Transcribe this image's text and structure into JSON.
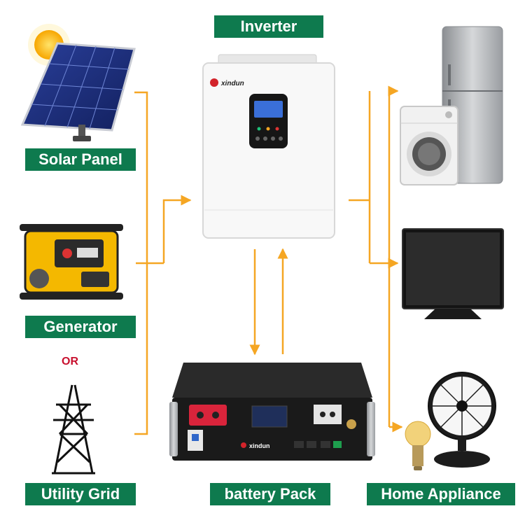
{
  "labels": {
    "inverter": "Inverter",
    "solar_panel": "Solar Panel",
    "generator": "Generator",
    "or": "OR",
    "utility_grid": "Utility Grid",
    "battery_pack": "battery Pack",
    "home_appliance": "Home Appliance"
  },
  "device_text": {
    "inverter_brand": "xindun",
    "battery_brand": "xindun"
  },
  "colors": {
    "label_bg": "#0e7a4e",
    "label_text": "#ffffff",
    "arrow": "#f5a623",
    "or_text": "#c8102e"
  },
  "icons": {
    "sun": "sun-icon",
    "solar_panel": "solar-panel-icon",
    "generator": "generator-icon",
    "utility_grid": "power-tower-icon",
    "inverter": "inverter-device-icon",
    "battery": "battery-pack-icon",
    "fridge": "refrigerator-icon",
    "washer": "washing-machine-icon",
    "tv": "television-icon",
    "fan": "fan-icon",
    "bulb": "light-bulb-icon"
  }
}
